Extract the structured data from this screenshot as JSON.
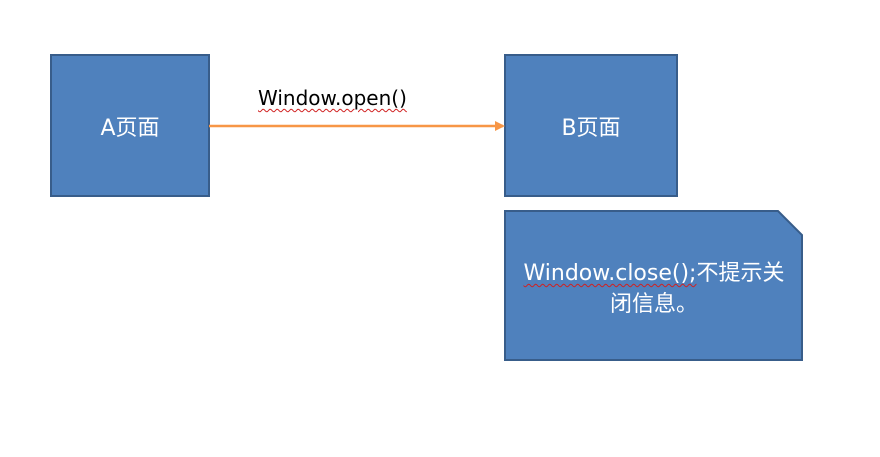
{
  "nodes": {
    "a": {
      "label": "A页面"
    },
    "b": {
      "label": "B页面"
    }
  },
  "edge": {
    "label": "Window.open()"
  },
  "note": {
    "code": "Window.close();",
    "text_line1_rest": "不提示关",
    "text_line2": "闭信息。"
  },
  "colors": {
    "box_fill": "#4f81bd",
    "box_stroke": "#385d8a",
    "arrow": "#f79646",
    "text_on_box": "#ffffff"
  }
}
